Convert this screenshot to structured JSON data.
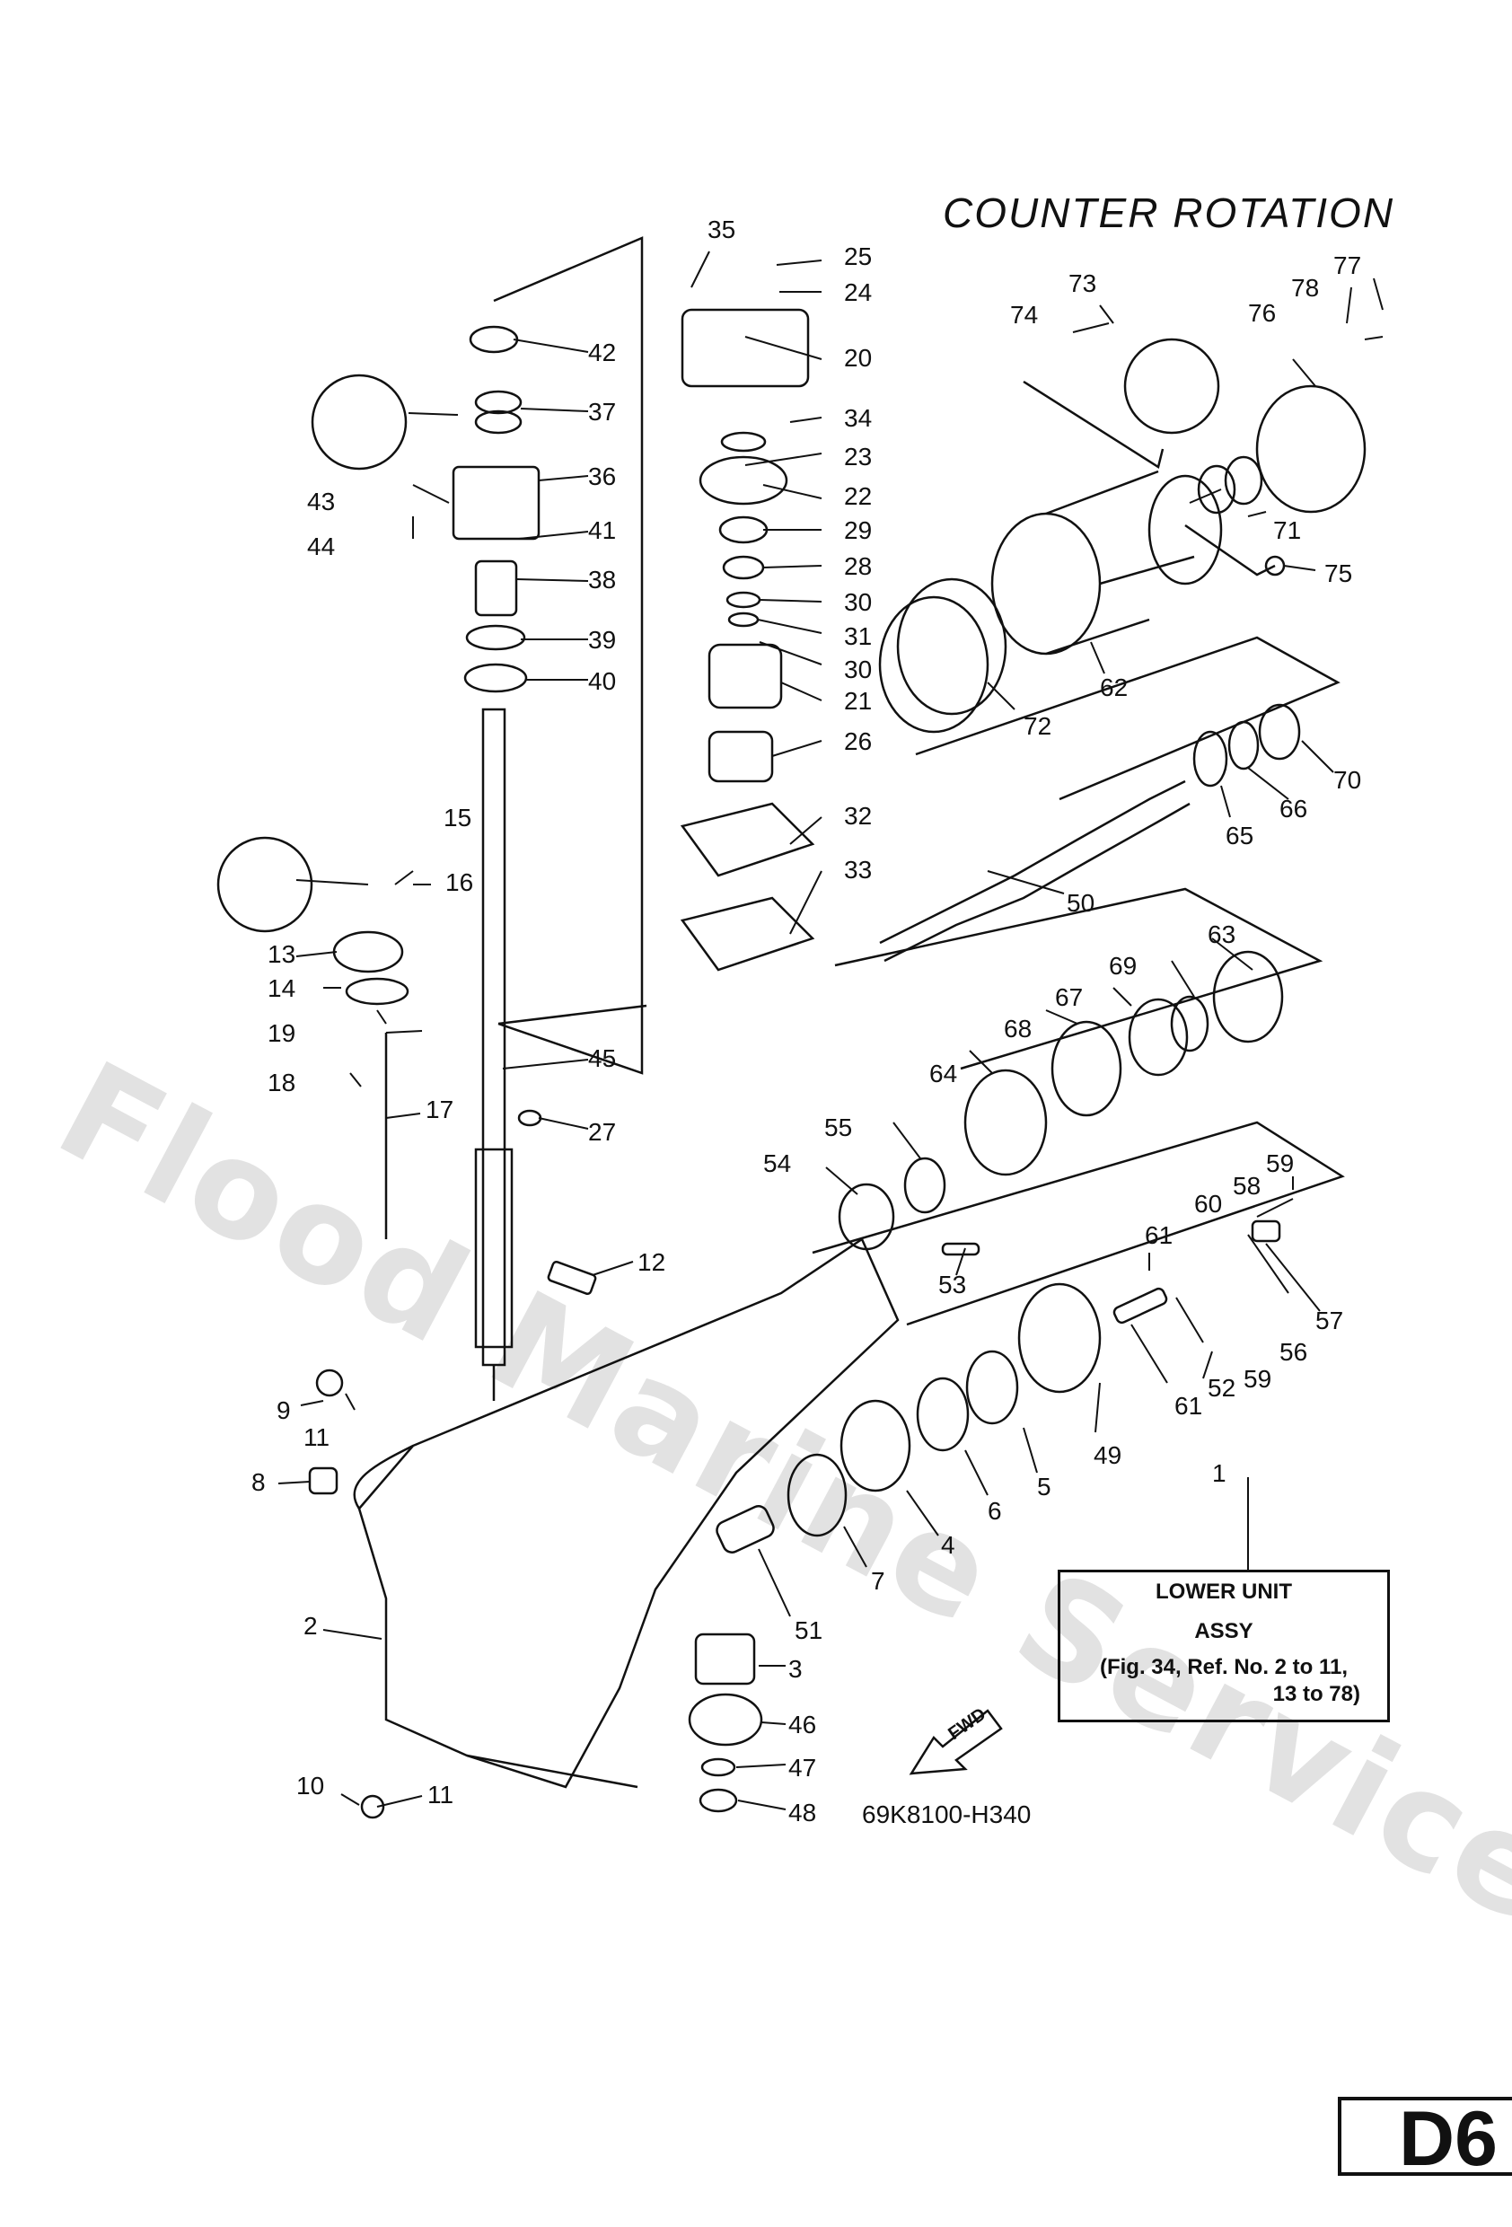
{
  "title": "COUNTER ROTATION",
  "watermark": "Flood Marine Services",
  "box": {
    "line1": "LOWER UNIT",
    "line2": "ASSY",
    "line3": "(Fig. 34, Ref. No. 2 to 11,",
    "line4": "13 to 78)"
  },
  "part_code": "69K8100-H340",
  "page_tab": "D6",
  "fwd_label": "FWD",
  "callouts": {
    "c1": "1",
    "c2": "2",
    "c3": "3",
    "c4": "4",
    "c5": "5",
    "c6": "6",
    "c7": "7",
    "c8": "8",
    "c9": "9",
    "c10": "10",
    "c11a": "11",
    "c11b": "11",
    "c12": "12",
    "c13": "13",
    "c14": "14",
    "c15": "15",
    "c16": "16",
    "c17": "17",
    "c18": "18",
    "c19": "19",
    "c20": "20",
    "c21": "21",
    "c22": "22",
    "c23": "23",
    "c24": "24",
    "c25": "25",
    "c26": "26",
    "c27": "27",
    "c28": "28",
    "c29": "29",
    "c30a": "30",
    "c30b": "30",
    "c31": "31",
    "c32": "32",
    "c33": "33",
    "c34": "34",
    "c35": "35",
    "c36": "36",
    "c37": "37",
    "c38": "38",
    "c39": "39",
    "c40": "40",
    "c41": "41",
    "c42": "42",
    "c43": "43",
    "c44": "44",
    "c45": "45",
    "c46": "46",
    "c47": "47",
    "c48": "48",
    "c49": "49",
    "c50": "50",
    "c51": "51",
    "c52": "52",
    "c53": "53",
    "c54": "54",
    "c55": "55",
    "c56": "56",
    "c57": "57",
    "c58": "58",
    "c59a": "59",
    "c59b": "59",
    "c60": "60",
    "c61a": "61",
    "c61b": "61",
    "c62": "62",
    "c63": "63",
    "c64": "64",
    "c65": "65",
    "c66": "66",
    "c67": "67",
    "c68": "68",
    "c69": "69",
    "c70": "70",
    "c71": "71",
    "c72": "72",
    "c73": "73",
    "c74": "74",
    "c75": "75",
    "c76": "76",
    "c77": "77",
    "c78": "78"
  }
}
